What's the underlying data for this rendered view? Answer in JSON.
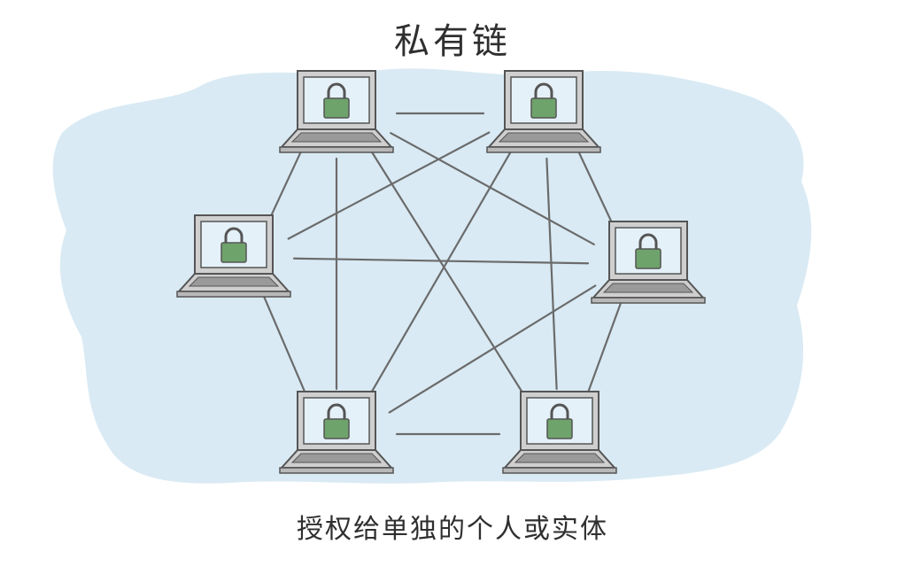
{
  "title": "私有链",
  "subtitle": "授权给单独的个人或实体",
  "colors": {
    "cloud": "#d9eaf4",
    "line": "#6b6b6b",
    "screen": "#e4f1f8",
    "lock": "#6ea36b",
    "laptop_body": "#cfcfcf",
    "laptop_outline": "#555555"
  },
  "icons": [
    "laptop-icon",
    "padlock-icon"
  ],
  "nodes": [
    {
      "id": "top-left"
    },
    {
      "id": "top-right"
    },
    {
      "id": "mid-left"
    },
    {
      "id": "mid-right"
    },
    {
      "id": "bottom-left"
    },
    {
      "id": "bottom-right"
    }
  ],
  "edges": [
    [
      "top-left",
      "top-right"
    ],
    [
      "top-left",
      "mid-left"
    ],
    [
      "top-left",
      "mid-right"
    ],
    [
      "top-left",
      "bottom-left"
    ],
    [
      "top-left",
      "bottom-right"
    ],
    [
      "top-right",
      "mid-left"
    ],
    [
      "top-right",
      "mid-right"
    ],
    [
      "top-right",
      "bottom-left"
    ],
    [
      "top-right",
      "bottom-right"
    ],
    [
      "mid-left",
      "mid-right"
    ],
    [
      "mid-left",
      "bottom-left"
    ],
    [
      "mid-right",
      "bottom-left"
    ],
    [
      "mid-right",
      "bottom-right"
    ],
    [
      "bottom-left",
      "bottom-right"
    ]
  ]
}
